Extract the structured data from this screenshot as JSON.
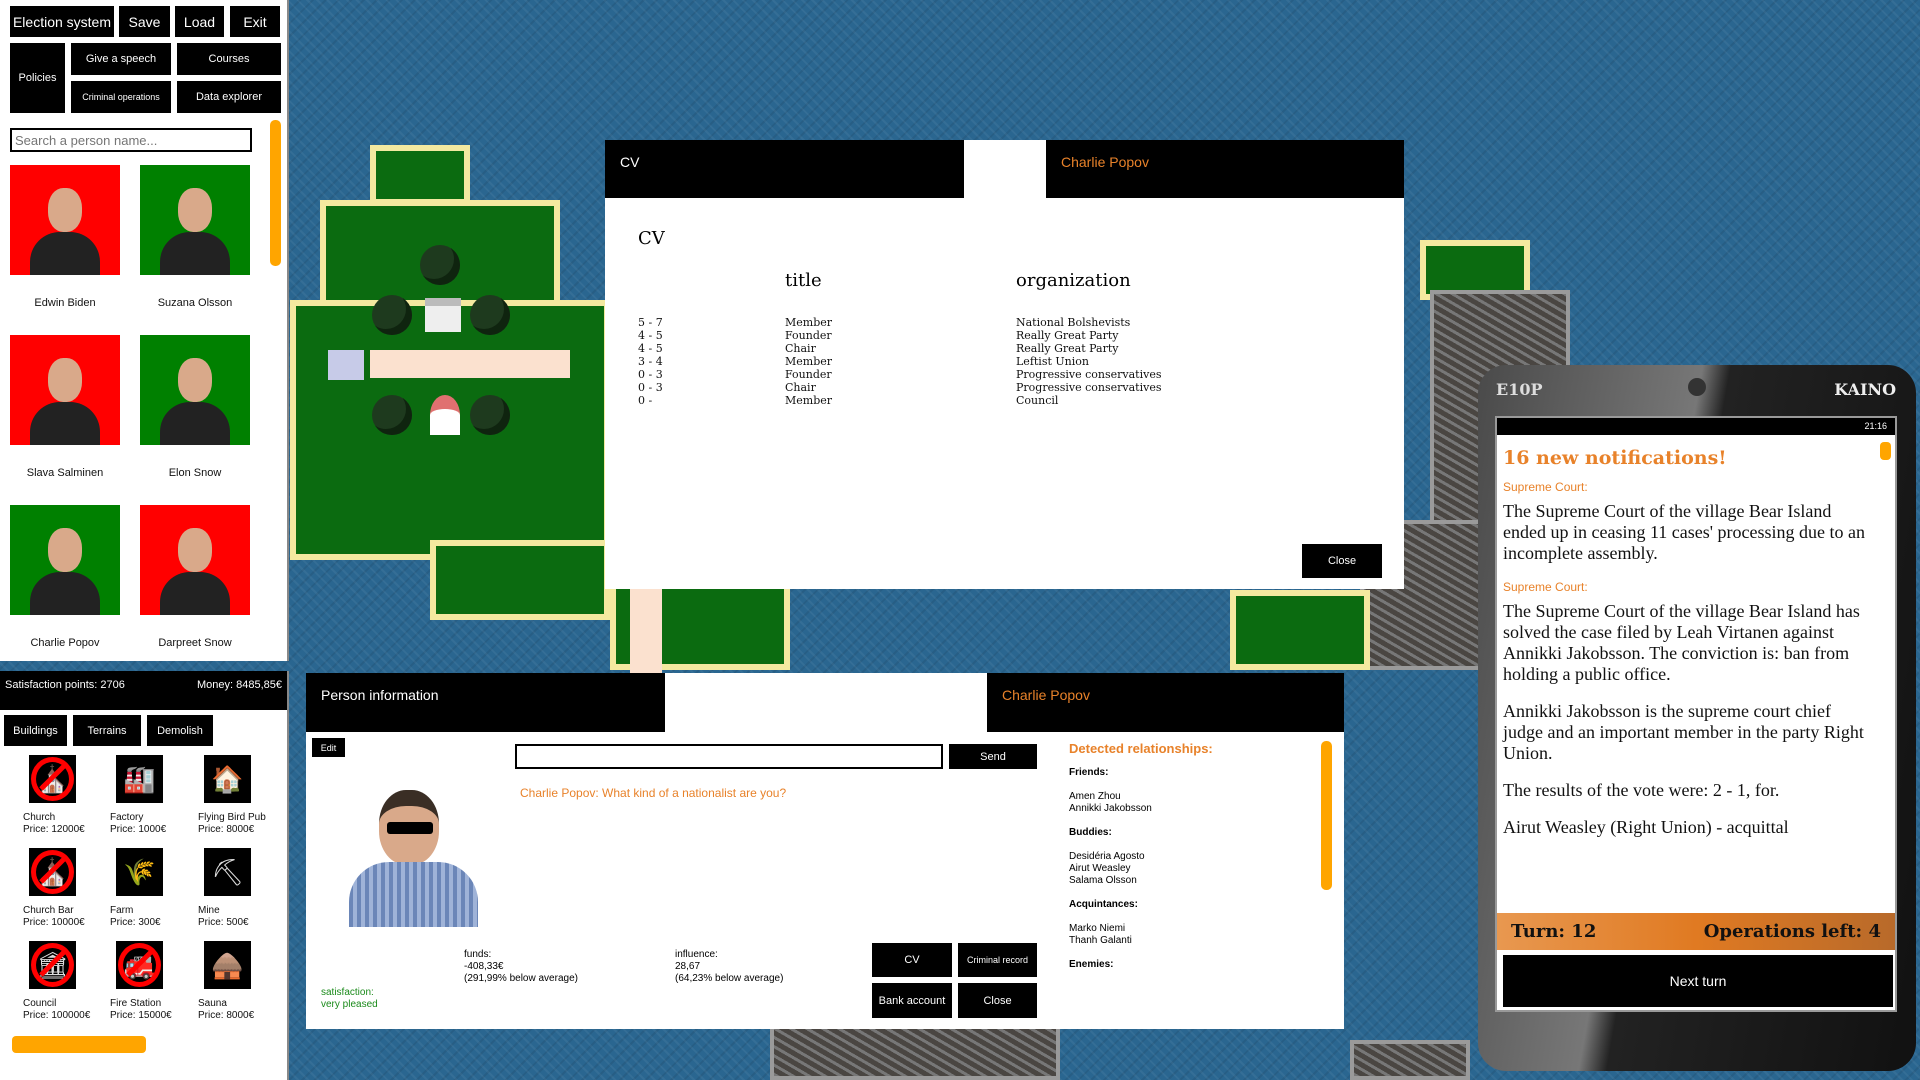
{
  "menu": {
    "election_system": "Election system",
    "save": "Save",
    "load": "Load",
    "exit": "Exit",
    "policies": "Policies",
    "give_speech": "Give a speech",
    "courses": "Courses",
    "criminal_operations": "Criminal operations",
    "data_explorer": "Data explorer"
  },
  "search": {
    "placeholder": "Search a person name..."
  },
  "people": [
    {
      "name": "Edwin Biden",
      "bg": "#ff0000"
    },
    {
      "name": "Suzana Olsson",
      "bg": "#008000"
    },
    {
      "name": "Slava Salminen",
      "bg": "#ff0000"
    },
    {
      "name": "Elon Snow",
      "bg": "#008000"
    },
    {
      "name": "Charlie Popov",
      "bg": "#008000"
    },
    {
      "name": "Darpreet Snow",
      "bg": "#ff0000"
    }
  ],
  "status": {
    "satisfaction": "Satisfaction points: 2706",
    "money": "Money: 8485,85€"
  },
  "build_tabs": {
    "buildings": "Buildings",
    "terrains": "Terrains",
    "demolish": "Demolish"
  },
  "buildings": [
    {
      "name": "Church",
      "price": "Price: 12000€",
      "icon": "church-icon",
      "banned": true
    },
    {
      "name": "Factory",
      "price": "Price: 1000€",
      "icon": "factory-icon",
      "banned": false
    },
    {
      "name": "Flying Bird Pub",
      "price": "Price: 8000€",
      "icon": "pub-icon",
      "banned": false
    },
    {
      "name": "Church Bar",
      "price": "Price: 10000€",
      "icon": "church-bar-icon",
      "banned": true
    },
    {
      "name": "Farm",
      "price": "Price: 300€",
      "icon": "farm-icon",
      "banned": false
    },
    {
      "name": "Mine",
      "price": "Price: 500€",
      "icon": "mine-icon",
      "banned": false
    },
    {
      "name": "Council",
      "price": "Price: 100000€",
      "icon": "council-icon",
      "banned": true
    },
    {
      "name": "Fire Station",
      "price": "Price: 15000€",
      "icon": "fire-station-icon",
      "banned": true
    },
    {
      "name": "Sauna",
      "price": "Price: 8000€",
      "icon": "sauna-icon",
      "banned": false
    }
  ],
  "cv": {
    "header_left": "CV",
    "header_right": "Charlie Popov",
    "heading": "CV",
    "col_title": "title",
    "col_org": "organization",
    "rows": [
      [
        "5 - 7",
        "Member",
        "National Bolshevists"
      ],
      [
        "4 - 5",
        "Founder",
        "Really Great Party"
      ],
      [
        "4 - 5",
        "Chair",
        "Really Great Party"
      ],
      [
        "3 - 4",
        "Member",
        "Leftist Union"
      ],
      [
        "0 - 3",
        "Founder",
        "Progressive conservatives"
      ],
      [
        "0 - 3",
        "Chair",
        "Progressive conservatives"
      ],
      [
        "0 -",
        "Member",
        "Council"
      ]
    ],
    "close": "Close"
  },
  "person": {
    "header_left": "Person information",
    "header_right": "Charlie Popov",
    "edit": "Edit",
    "send": "Send",
    "question": "Charlie Popov: What kind of a nationalist are you?",
    "funds_label": "funds:",
    "funds_value": "-408,33€",
    "funds_cmp": "(291,99% below average)",
    "influence_label": "influence:",
    "influence_value": "28,67",
    "influence_cmp": "(64,23% below average)",
    "satisfaction_label": "satisfaction:",
    "satisfaction_value": "very pleased",
    "buttons": {
      "cv": "CV",
      "criminal": "Criminal record",
      "bank": "Bank account",
      "close": "Close"
    },
    "relationships": {
      "title": "Detected relationships:",
      "friends_label": "Friends:",
      "friends": [
        "Amen Zhou",
        "Annikki Jakobsson"
      ],
      "buddies_label": "Buddies:",
      "buddies": [
        "Desidéria Agosto",
        "Airut Weasley",
        "Salama Olsson"
      ],
      "acq_label": "Acquintances:",
      "acquaintances": [
        "Marko Niemi",
        "Thanh Galanti"
      ],
      "enemies_label": "Enemies:"
    }
  },
  "phone": {
    "brand_left": "E10P",
    "brand_right": "KAINO",
    "time": "21:16",
    "title": "16 new notifications!",
    "n1_src": "Supreme Court:",
    "n1": "The Supreme Court of the village Bear Island ended up in ceasing 11 cases' processing due to an incomplete assembly.",
    "n2_src": "Supreme Court:",
    "n2a": "The Supreme Court of the village Bear Island has solved the case filed by Leah Virtanen against Annikki Jakobsson. The conviction is: ban from holding a public office.",
    "n2b": "Annikki Jakobsson is the supreme court chief judge and an important member in the party Right Union.",
    "n2c": "The results of the vote were: 2 - 1, for.",
    "n2d": "Airut Weasley (Right Union) - acquittal",
    "turn": "Turn: 12",
    "ops": "Operations left: 4",
    "next": "Next turn"
  },
  "colors": {
    "accent": "#e8822a",
    "scroll": "#ffa500",
    "green": "#0b6b10"
  }
}
